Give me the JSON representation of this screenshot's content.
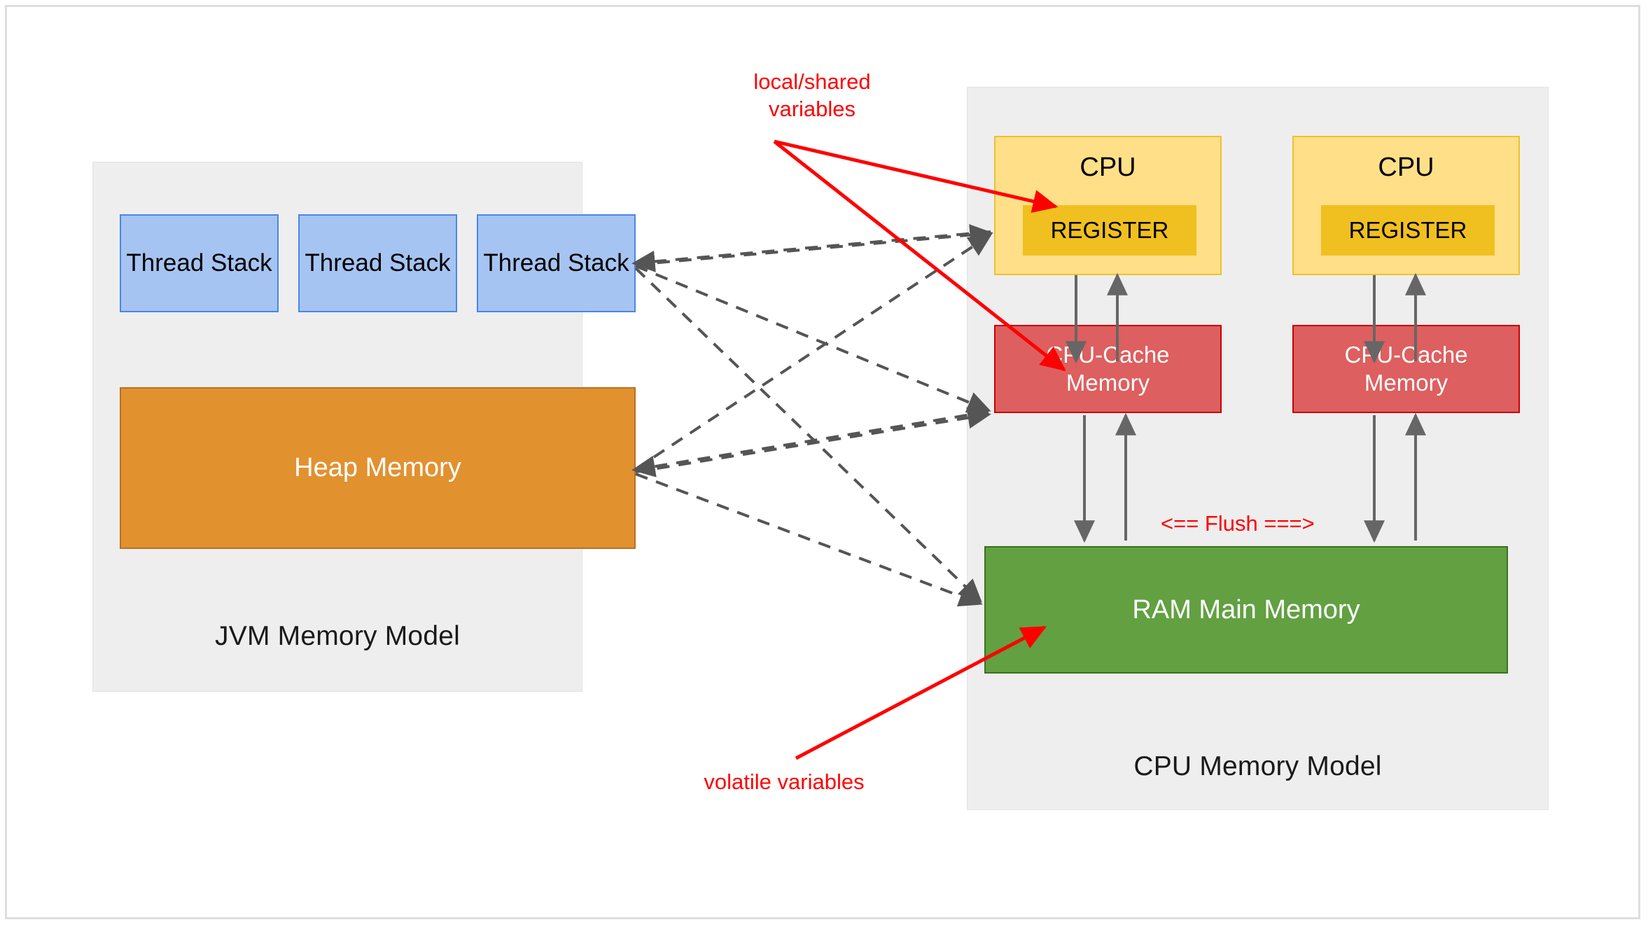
{
  "diagram": {
    "title_jvm": "JVM Memory Model",
    "title_cpu": "CPU Memory Model"
  },
  "jvm": {
    "panel_title": "JVM Memory Model",
    "thread_stacks": [
      {
        "label": "Thread\nStack"
      },
      {
        "label": "Thread\nStack"
      },
      {
        "label": "Thread\nStack"
      }
    ],
    "heap": {
      "label": "Heap Memory"
    }
  },
  "cpu": {
    "panel_title": "CPU Memory Model",
    "cores": [
      {
        "cpu_label": "CPU",
        "register_label": "REGISTER",
        "cache_label": "CPU-Cache\nMemory"
      },
      {
        "cpu_label": "CPU",
        "register_label": "REGISTER",
        "cache_label": "CPU-Cache\nMemory"
      }
    ],
    "ram": {
      "label": "RAM Main Memory"
    },
    "flush_label": "<== Flush ===>"
  },
  "annotations": {
    "local_shared": "local/shared\nvariables",
    "volatile": "volatile variables"
  },
  "colors": {
    "panel_bg": "#eeeeee",
    "thread_stack_fill": "#a6c4f2",
    "thread_stack_stroke": "#4a86e8",
    "heap_fill": "#e2912f",
    "heap_stroke": "#b8711f",
    "cpu_fill": "#ffe088",
    "cpu_stroke": "#f0bf2e",
    "register_fill": "#f0c020",
    "cache_fill": "#dd5f5f",
    "cache_stroke": "#cc0000",
    "ram_fill": "#62a042",
    "ram_stroke": "#3c7020",
    "annotation_red": "#ff0000",
    "dashed_arrow": "#555555"
  }
}
